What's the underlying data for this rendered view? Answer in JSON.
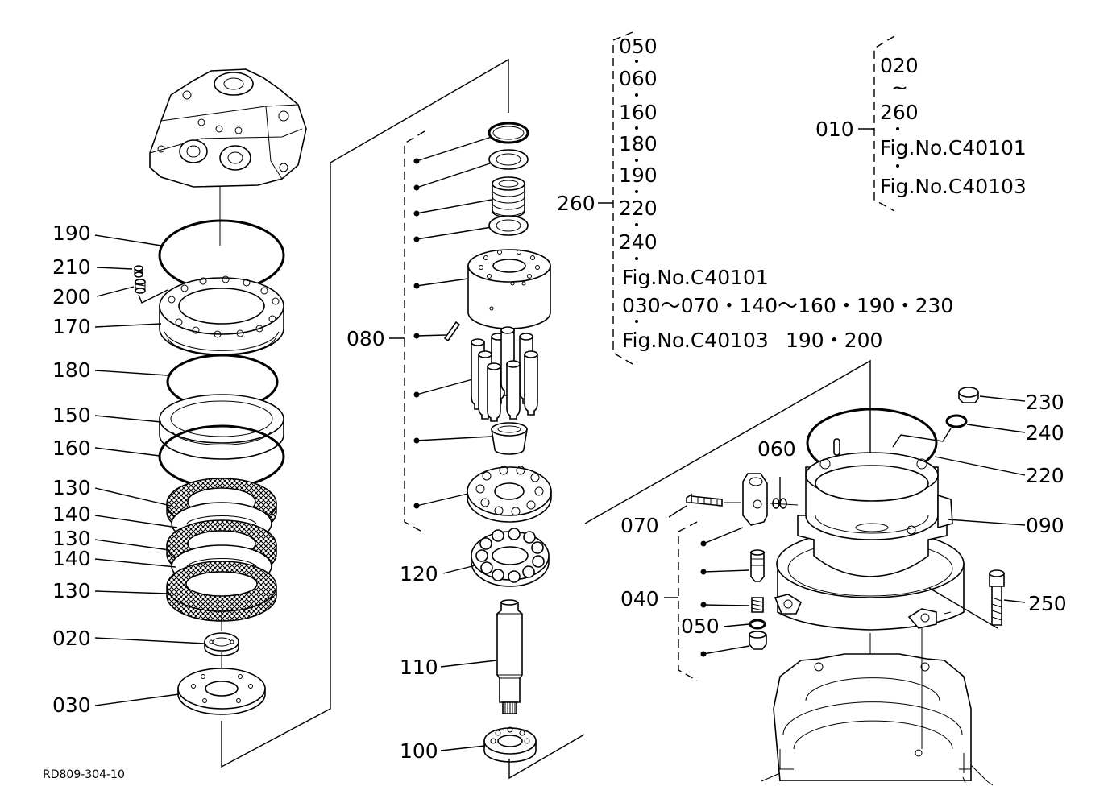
{
  "labels": {
    "l190": "190",
    "l210": "210",
    "l200": "200",
    "l170": "170",
    "l180": "180",
    "l150": "150",
    "l160": "160",
    "l130a": "130",
    "l140a": "140",
    "l130b": "130",
    "l140b": "140",
    "l130c": "130",
    "l020": "020",
    "l030": "030",
    "l080": "080",
    "l120": "120",
    "l110": "110",
    "l100": "100",
    "l260": "260",
    "l010": "010",
    "l060": "060",
    "l070": "070",
    "l040": "040",
    "l050": "050",
    "l230": "230",
    "l240": "240",
    "l220": "220",
    "l090": "090",
    "l250": "250"
  },
  "kit260": {
    "items": [
      "050",
      "060",
      "160",
      "180",
      "190",
      "220",
      "240"
    ],
    "ref1": "Fig.No.C40101",
    "ref1_parts": "030～070・140～160・190・230",
    "ref2": "Fig.No.C40103",
    "ref2_parts": "190・200"
  },
  "kit010": {
    "first": "020",
    "tilde": "~",
    "last": "260",
    "ref1": "Fig.No.C40101",
    "ref2": "Fig.No.C40103"
  },
  "drawing_code": "RD809-304-10"
}
